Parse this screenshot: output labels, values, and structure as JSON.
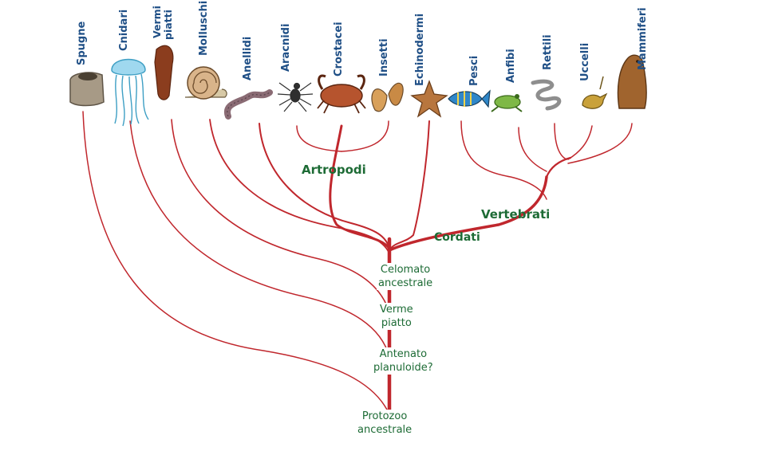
{
  "taxa": {
    "spugne": "Spugne",
    "cnidari": "Cnidari",
    "vermi_1": "Vermi",
    "vermi_2": "piatti",
    "molluschi": "Molluschi",
    "anellidi": "Anellidi",
    "aracnidi": "Aracnidi",
    "crostacei": "Crostacei",
    "insetti": "Insetti",
    "echinodermi": "Echinodermi",
    "pesci": "Pesci",
    "anfibi": "Anfibi",
    "rettili": "Rettili",
    "uccelli": "Uccelli",
    "mammiferi": "Mammiferi"
  },
  "clades": {
    "artropodi": "Artropodi",
    "vertebrati": "Vertebrati",
    "cordati": "Cordati"
  },
  "nodes": {
    "celomato_1": "Celomato",
    "celomato_2": "ancestrale",
    "verme_1": "Verme",
    "verme_2": "piatto",
    "antenato_1": "Antenato",
    "antenato_2": "planuloide?",
    "protozoo_1": "Protozoo",
    "protozoo_2": "ancestrale"
  },
  "colors": {
    "branch": "#c0272d",
    "taxon_text": "#1f4f86",
    "node_text": "#1d6b35"
  },
  "icons": [
    "sponge-icon",
    "jellyfish-icon",
    "flatworm-icon",
    "snail-icon",
    "earthworm-icon",
    "spider-icon",
    "crab-icon",
    "butterfly-icon",
    "starfish-icon",
    "fish-icon",
    "frog-icon",
    "snake-icon",
    "bird-icon",
    "marmot-icon"
  ]
}
